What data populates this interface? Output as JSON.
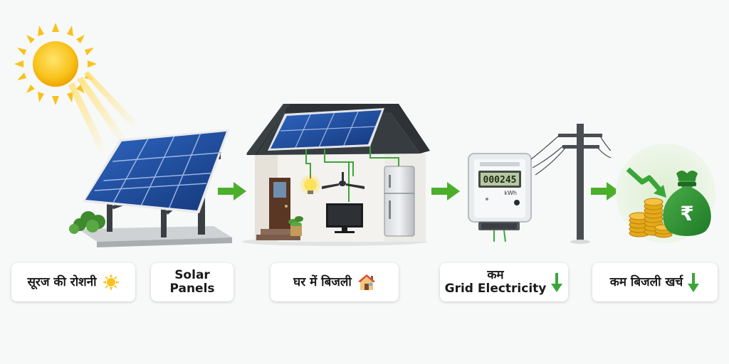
{
  "stages": {
    "sunlight": {
      "label": "सूरज की रोशनी",
      "icon": "sun-icon"
    },
    "panels": {
      "label_line1": "Solar",
      "label_line2": "Panels"
    },
    "home": {
      "label": "घर में बिजली",
      "icon": "house-icon"
    },
    "grid": {
      "label_line1": "कम",
      "label_line2": "Grid Electricity",
      "icon": "down-arrow-icon"
    },
    "savings": {
      "label": "कम बिजली खर्च",
      "icon": "down-arrow-icon"
    }
  },
  "meter": {
    "reading": "000245",
    "unit": "kWh"
  },
  "money_bag": {
    "symbol": "₹"
  },
  "colors": {
    "arrow_green": "#4caf2a",
    "panel_blue": "#1f4fa0",
    "sun_yellow": "#f8c21b",
    "bag_green": "#2e8b2e",
    "coin_gold": "#e3a91a"
  }
}
